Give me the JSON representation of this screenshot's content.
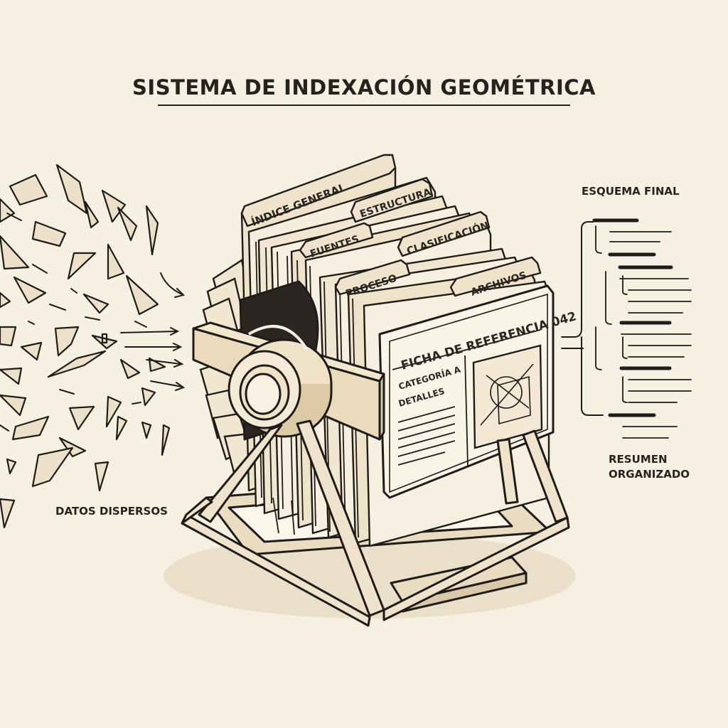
{
  "title": "SISTEMA DE INDEXACIÓN GEOMÉTRICA",
  "labels": {
    "scattered": "DATOS DISPERSOS",
    "scheme": "ESQUEMA FINAL",
    "summary_line1": "RESUMEN",
    "summary_line2": "ORGANIZADO"
  },
  "tabs": [
    "ÍNDICE GENERAL",
    "ESTRUCTURA",
    "FUENTES",
    "CLASIFICACIÓN",
    "PROCESO",
    "ARCHIVOS"
  ],
  "card": {
    "title": "FICHA DE REFERENCIA 042",
    "line1": "CATEGORÍA A",
    "line2": "DETALLES"
  },
  "colors": {
    "background": "#f6f0e2",
    "ink": "#1e1c19",
    "fill": "#ece0c8",
    "fill_dark": "#e2d3b6"
  }
}
